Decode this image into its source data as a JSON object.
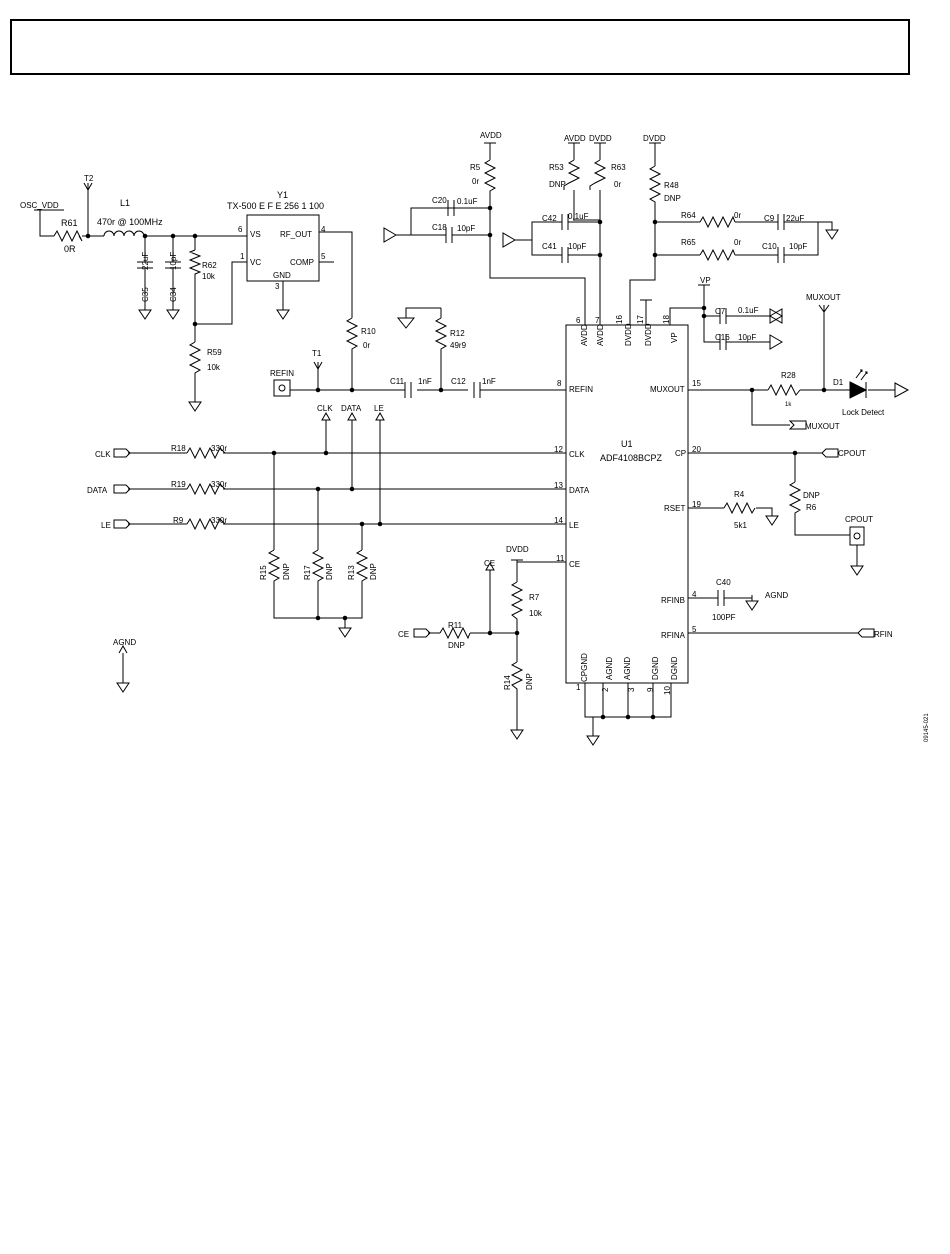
{
  "header": {
    "title": ""
  },
  "figure_id": "09145-021",
  "ic": {
    "ref": "U1",
    "part": "ADF4108BCPZ",
    "pins": {
      "avdd6": "AVDD",
      "avdd7": "AVDD",
      "dvdd16": "DVDD",
      "dvdd17": "DVDD",
      "vp": "VP",
      "refin": "REFIN",
      "clk": "CLK",
      "data": "DATA",
      "le": "LE",
      "ce": "CE",
      "muxout": "MUXOUT",
      "cp": "CP",
      "rset": "RSET",
      "rfinb": "RFINB",
      "rfina": "RFINA",
      "cpgnd": "CPGND",
      "agnd2": "AGND",
      "agnd3": "AGND",
      "dgnd9": "DGND",
      "dgnd10": "DGND"
    },
    "pin_numbers": {
      "p6": "6",
      "p7": "7",
      "p16": "16",
      "p17": "17",
      "p18": "18",
      "p8": "8",
      "p12": "12",
      "p13": "13",
      "p14": "14",
      "p11": "11",
      "p15": "15",
      "p20": "20",
      "p19": "19",
      "p4": "4",
      "p5": "5",
      "p1": "1",
      "p2": "2",
      "p3": "3",
      "p9": "9",
      "p10": "10"
    }
  },
  "oscillator": {
    "ref": "Y1",
    "part": "TX-500  E F E  256  1 100",
    "pins": {
      "vs": "VS",
      "vc": "VC",
      "rf_out": "RF_OUT",
      "comp": "COMP",
      "gnd": "GND"
    },
    "pin_numbers": {
      "p6": "6",
      "p1": "1",
      "p4": "4",
      "p5": "5",
      "p3": "3"
    }
  },
  "components": {
    "r61": {
      "ref": "R61",
      "value": "0R"
    },
    "l1": {
      "ref": "L1",
      "value": "470r @ 100MHz"
    },
    "c35": {
      "ref": "C35",
      "value": "22uF"
    },
    "c34": {
      "ref": "C34",
      "value": "10pF"
    },
    "r62": {
      "ref": "R62",
      "value": "10k"
    },
    "r59": {
      "ref": "R59",
      "value": "10k"
    },
    "r10": {
      "ref": "R10",
      "value": "0r"
    },
    "c11": {
      "ref": "C11",
      "value": "1nF"
    },
    "c12": {
      "ref": "C12",
      "value": "1nF"
    },
    "r12": {
      "ref": "R12",
      "value": "49r9"
    },
    "r5": {
      "ref": "R5",
      "value": "0r"
    },
    "c20": {
      "ref": "C20",
      "value": "0.1uF"
    },
    "c18": {
      "ref": "C18",
      "value": "10pF"
    },
    "r53": {
      "ref": "R53",
      "value": "DNP"
    },
    "r63": {
      "ref": "R63",
      "value": "0r"
    },
    "c42": {
      "ref": "C42",
      "value": "0.1uF"
    },
    "c41": {
      "ref": "C41",
      "value": "10pF"
    },
    "r48": {
      "ref": "R48",
      "value": "DNP"
    },
    "r64": {
      "ref": "R64",
      "value": "0r"
    },
    "r65": {
      "ref": "R65",
      "value": "0r"
    },
    "c9": {
      "ref": "C9",
      "value": "22uF"
    },
    "c10": {
      "ref": "C10",
      "value": "10pF"
    },
    "c7": {
      "ref": "C7",
      "value": "0.1uF"
    },
    "c16": {
      "ref": "C16",
      "value": "10pF"
    },
    "r28": {
      "ref": "R28",
      "value": "1k"
    },
    "d1": {
      "ref": "D1",
      "value": "Lock Detect"
    },
    "r18": {
      "ref": "R18",
      "value": "330r"
    },
    "r19": {
      "ref": "R19",
      "value": "330r"
    },
    "r9": {
      "ref": "R9",
      "value": "330r"
    },
    "r15": {
      "ref": "R15",
      "value": "DNP"
    },
    "r17": {
      "ref": "R17",
      "value": "DNP"
    },
    "r13": {
      "ref": "R13",
      "value": "DNP"
    },
    "r11": {
      "ref": "R11",
      "value": "DNP"
    },
    "r7": {
      "ref": "R7",
      "value": "10k"
    },
    "r14": {
      "ref": "R14",
      "value": "DNP"
    },
    "r4": {
      "ref": "R4",
      "value": "5k1"
    },
    "r6": {
      "ref": "R6",
      "value": "DNP"
    },
    "c40": {
      "ref": "C40",
      "value": "100PF"
    }
  },
  "nets": {
    "osc_vdd": "OSC_VDD",
    "t2": "T2",
    "t1": "T1",
    "refin": "REFIN",
    "avdd_a": "AVDD",
    "avdd_b": "AVDD",
    "dvdd_a": "DVDD",
    "dvdd_b": "DVDD",
    "dvdd_c": "DVDD",
    "vp": "VP",
    "muxout_top": "MUXOUT",
    "muxout_port": "MUXOUT",
    "clk_tp": "CLK",
    "data_tp": "DATA",
    "le_tp": "LE",
    "clk_in": "CLK",
    "data_in": "DATA",
    "le_in": "LE",
    "ce_tp": "CE",
    "ce_in": "CE",
    "cpout_port": "CPOUT",
    "cpout_conn": "CPOUT",
    "agnd_c40": "AGND",
    "rfin_port": "RFIN",
    "agnd_left": "AGND"
  },
  "colors": {
    "ink": "#000000",
    "paper": "#ffffff"
  }
}
